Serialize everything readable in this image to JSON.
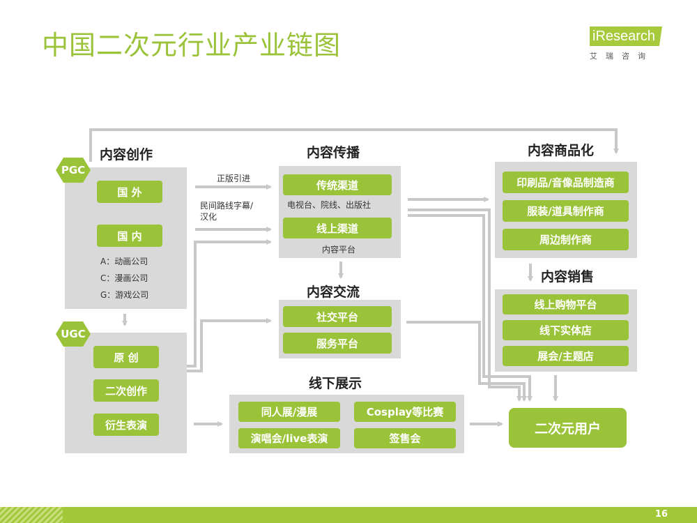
{
  "title": "中国二次元行业产业链图",
  "logo": {
    "main": "iResearch",
    "sub": "艾瑞咨询"
  },
  "pgc": {
    "tag": "PGC",
    "head": "内容创作",
    "items": [
      "国 外",
      "国 内"
    ],
    "notes": [
      "A：动画公司",
      "C：漫画公司",
      "G：游戏公司"
    ]
  },
  "ugc": {
    "tag": "UGC",
    "items": [
      "原 创",
      "二次创作",
      "衍生表演"
    ]
  },
  "spread": {
    "head": "内容传播",
    "traditional": "传统渠道",
    "traditional_note": "电视台、院线、出版社",
    "online": "线上渠道",
    "online_note": "内容平台",
    "edge_labels": [
      "正版引进",
      "民间路线字幕/",
      "汉化"
    ]
  },
  "exchange": {
    "head": "内容交流",
    "items": [
      "社交平台",
      "服务平台"
    ]
  },
  "offline": {
    "head": "线下展示",
    "items": [
      "同人展/漫展",
      "Cosplay等比赛",
      "演唱会/live表演",
      "签售会"
    ]
  },
  "merch": {
    "head": "内容商品化",
    "items": [
      "印刷品/音像品制造商",
      "服装/道具制作商",
      "周边制作商"
    ]
  },
  "sales": {
    "head": "内容销售",
    "items": [
      "线上购物平台",
      "线下实体店",
      "展会/主题店"
    ]
  },
  "user": "二次元用户",
  "page_number": "16",
  "colors": {
    "accent": "#9bc33a",
    "panel": "#d9d9d9",
    "connector": "#c8c8c8"
  }
}
